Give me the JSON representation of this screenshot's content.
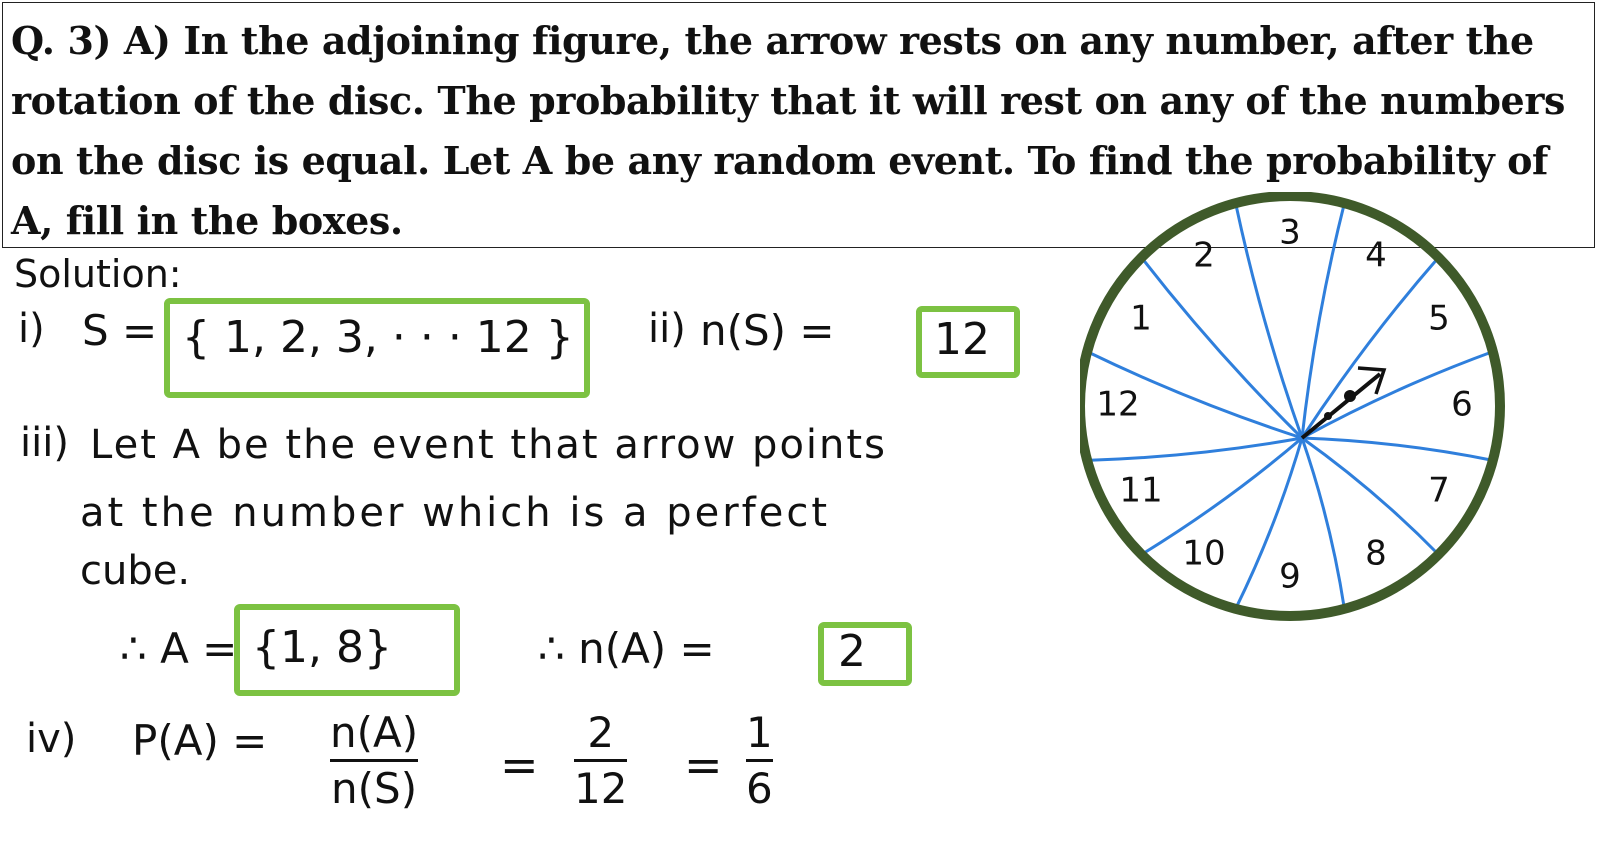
{
  "question": "Q. 3) A) In the adjoining figure, the arrow rests on any number, after the rotation of the disc. The probability that it will rest on any of the numbers on the disc is equal. Let A be any random event. To find the probability of A, fill in the boxes.",
  "solution": {
    "heading": "Solution:",
    "step1": {
      "label": "i)",
      "lhs": "S =",
      "set": "{ 1, 2, 3, · · · 12 }"
    },
    "step2": {
      "label": "ii)",
      "lhs": "n(S) =",
      "value": "12"
    },
    "step3": {
      "label": "iii)",
      "line1": "Let A be the event that arrow points",
      "line2": "at the number which is a perfect",
      "line3": "cube.",
      "a_lhs": "∴ A =",
      "a_set": "{1, 8}",
      "na_lhs": "∴ n(A) =",
      "na_value": "2"
    },
    "step4": {
      "label": "iv)",
      "lhs": "P(A) =",
      "frac1_num": "n(A)",
      "frac1_den": "n(S)",
      "eq1": "=",
      "frac2_num": "2",
      "frac2_den": "12",
      "eq2": "=",
      "frac3_num": "1",
      "frac3_den": "6"
    }
  },
  "disc": {
    "numbers": [
      "3",
      "4",
      "5",
      "6",
      "7",
      "8",
      "9",
      "10",
      "11",
      "12",
      "1",
      "2"
    ],
    "colors": {
      "rim": "#3f5a2a",
      "lines": "#2f7fdc",
      "box": "#7cc242"
    }
  }
}
